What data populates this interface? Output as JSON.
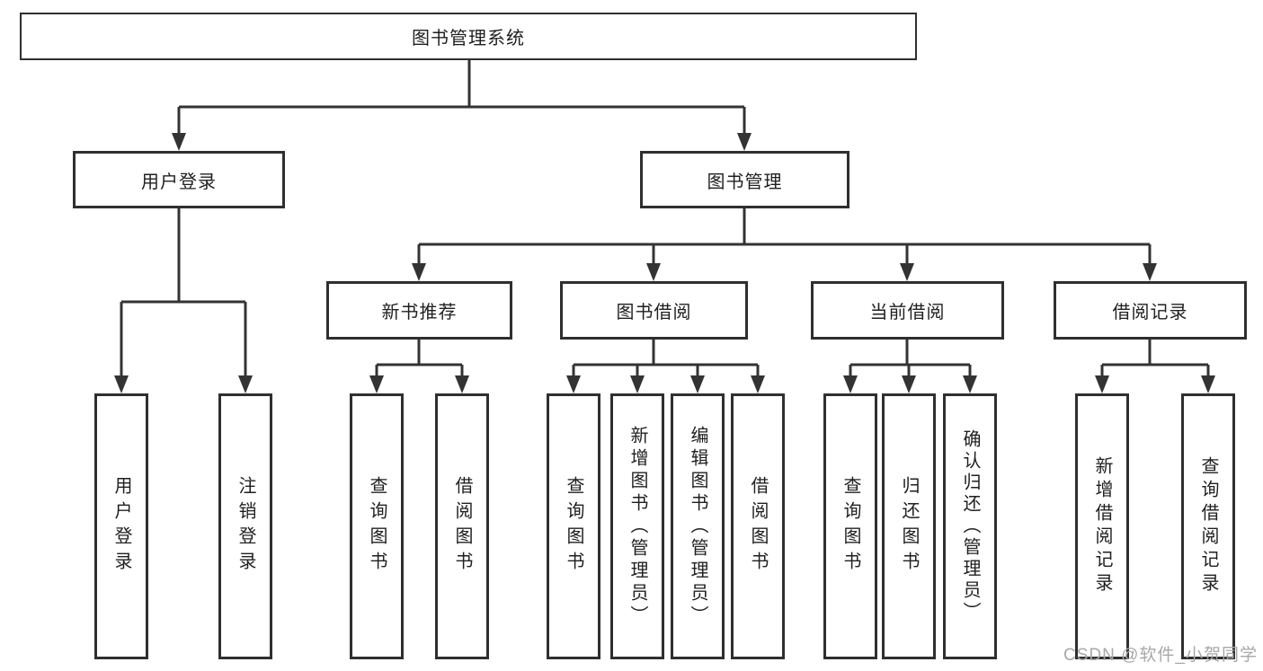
{
  "colors": {
    "line": "#333333",
    "border": "#2f2f2f",
    "text": "#1f1f1f",
    "watermark": "#a8a8a8",
    "background": "#ffffff"
  },
  "tree": {
    "label": "图书管理系统",
    "children": [
      {
        "label": "用户登录",
        "children": [
          {
            "label": "用户登录"
          },
          {
            "label": "注销登录"
          }
        ]
      },
      {
        "label": "图书管理",
        "children": [
          {
            "label": "新书推荐",
            "children": [
              {
                "label": "查询图书"
              },
              {
                "label": "借阅图书"
              }
            ]
          },
          {
            "label": "图书借阅",
            "children": [
              {
                "label": "查询图书"
              },
              {
                "label": "新增图书（管理员）"
              },
              {
                "label": "编辑图书（管理员）"
              },
              {
                "label": "借阅图书"
              }
            ]
          },
          {
            "label": "当前借阅",
            "children": [
              {
                "label": "查询图书"
              },
              {
                "label": "归还图书"
              },
              {
                "label": "确认归还（管理员）"
              }
            ]
          },
          {
            "label": "借阅记录",
            "children": [
              {
                "label": "新增借阅记录"
              },
              {
                "label": "查询借阅记录"
              }
            ]
          }
        ]
      }
    ]
  },
  "watermark": {
    "text": "CSDN @软件_小贺同学"
  }
}
